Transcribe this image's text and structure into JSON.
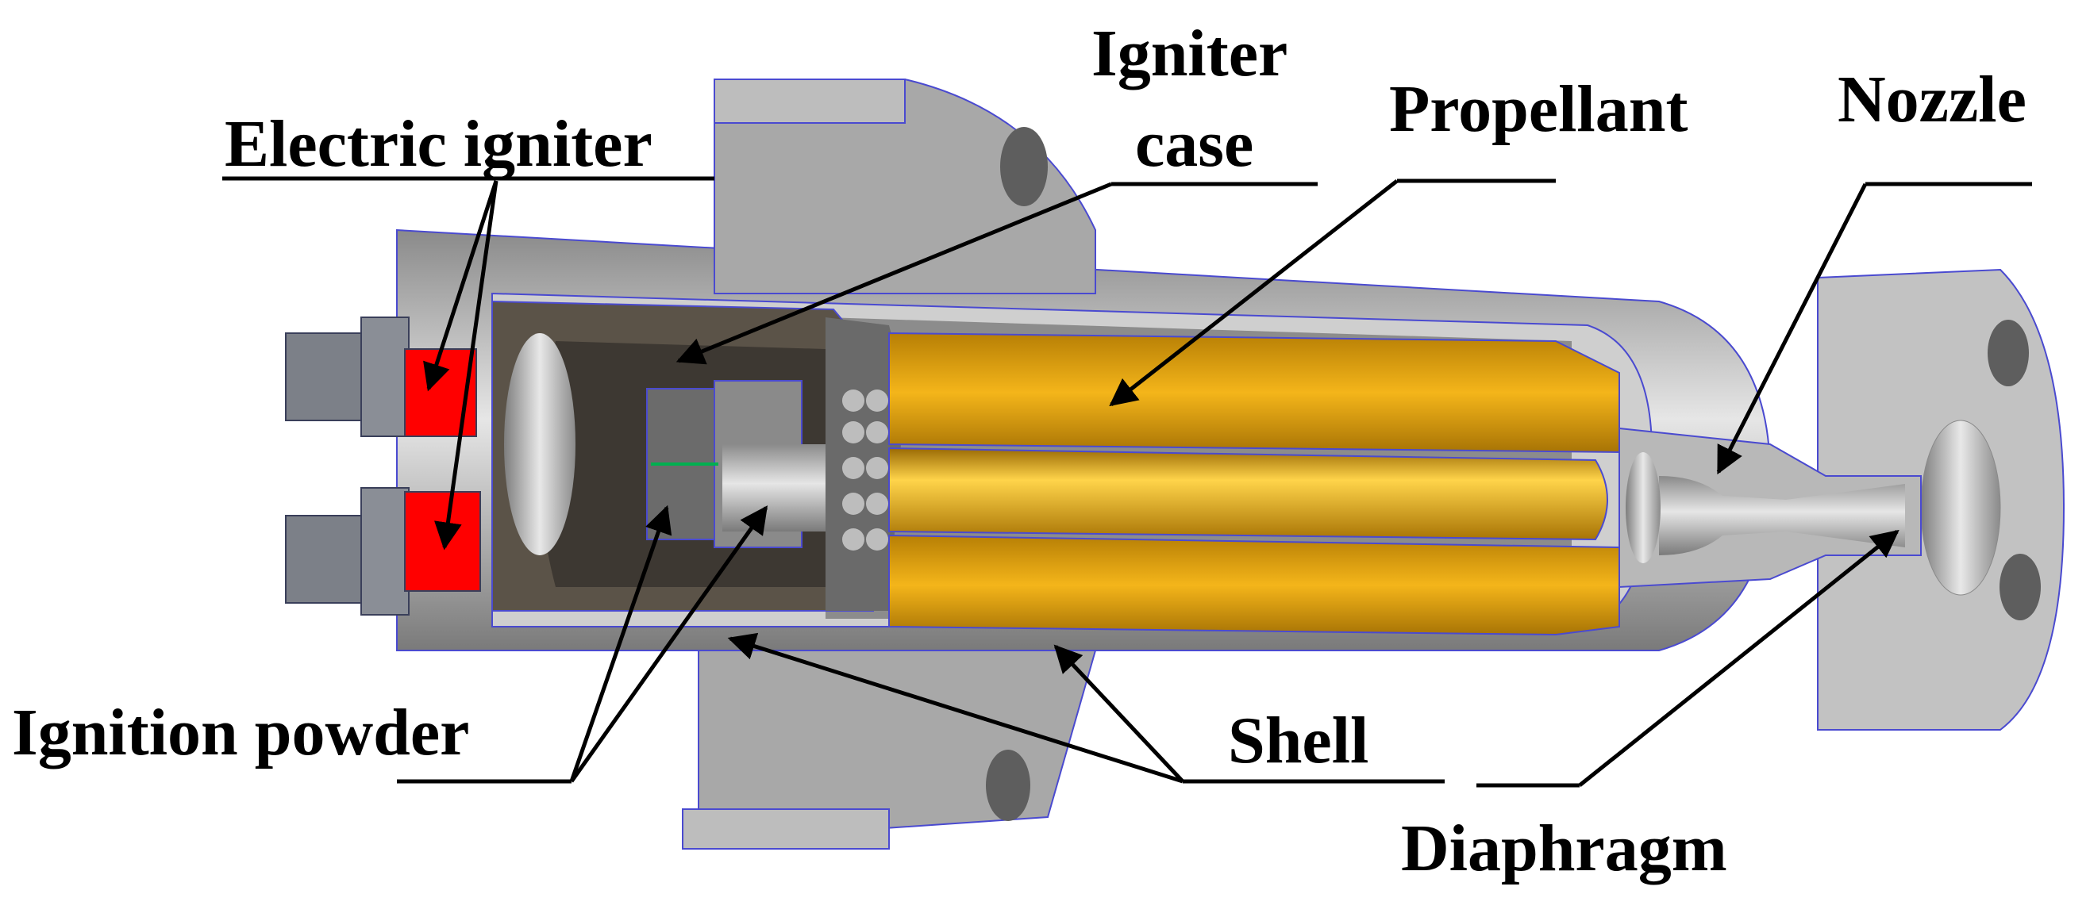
{
  "labels": {
    "electric_igniter": "Electric igniter",
    "igniter_case_line1": "Igniter",
    "igniter_case_line2": "case",
    "propellant": "Propellant",
    "nozzle": "Nozzle",
    "ignition_powder": "Ignition powder",
    "shell": "Shell",
    "diaphragm": "Diaphragm"
  },
  "colors": {
    "metal_light": "#d0d0d0",
    "metal_mid": "#9a9a9a",
    "metal_dark": "#6f6f6f",
    "outline": "#4a4ad0",
    "propellant": "#d99a0a",
    "igniter_red": "#ff0000",
    "leader": "#000000"
  }
}
